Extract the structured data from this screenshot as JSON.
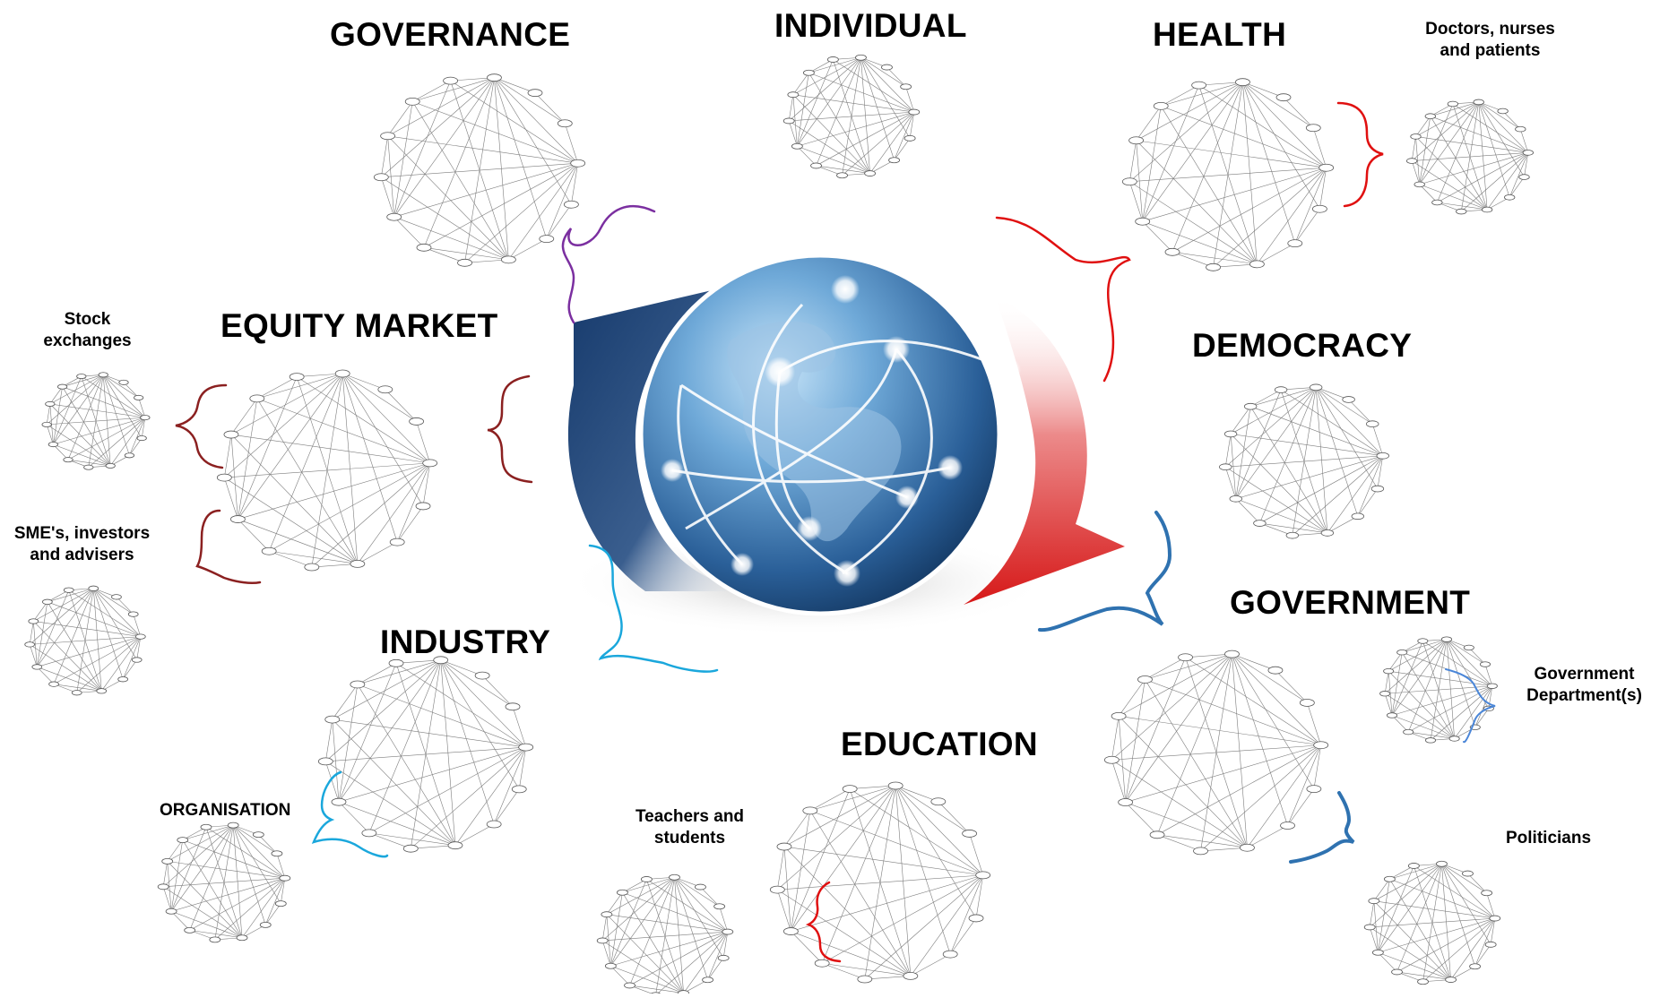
{
  "sections": {
    "governance": "GOVERNANCE",
    "individual": "INDIVIDUAL",
    "health": "HEALTH",
    "equity_market": "EQUITY MARKET",
    "democracy": "DEMOCRACY",
    "industry": "INDUSTRY",
    "government": "GOVERNMENT",
    "education": "EDUCATION"
  },
  "sub_labels": {
    "doctors": [
      "Doctors, nurses",
      "and patients"
    ],
    "stock": [
      "Stock",
      "exchanges"
    ],
    "sme": [
      "SME's, investors",
      "and advisers"
    ],
    "organisation": "ORGANISATION",
    "teachers": [
      "Teachers and",
      "students"
    ],
    "gov_dept": [
      "Government",
      "Department(s)"
    ],
    "politicians": "Politicians"
  },
  "colors": {
    "purple_brace": "#7b2fa0",
    "dark_red_brace": "#8b2020",
    "red_brace": "#e01010",
    "cyan_brace": "#1aa7dc",
    "steel_blue_brace": "#2f72b0",
    "light_blue_brace": "#4a86d8",
    "globe_blue": "#2d6fa8",
    "arrow_navy": "#1b3f70",
    "arrow_red": "#d62020"
  }
}
